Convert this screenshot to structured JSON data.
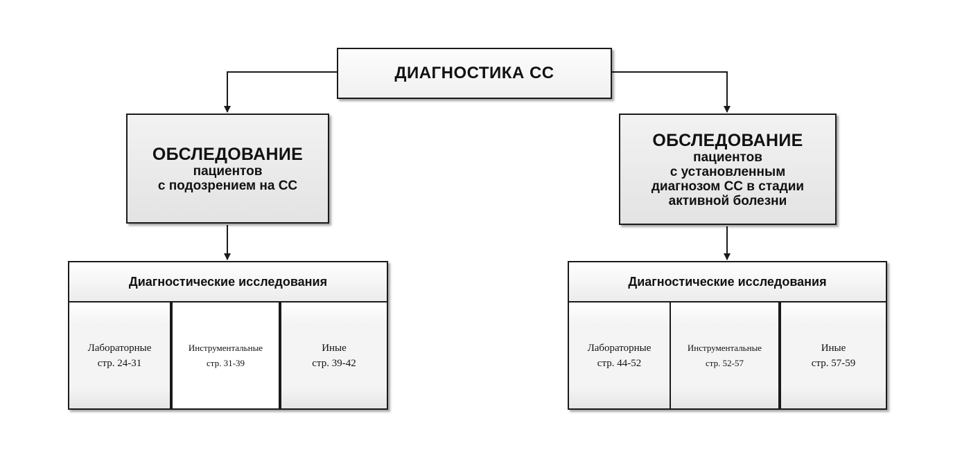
{
  "root": {
    "title": "ДИАГНОСТИКА СС"
  },
  "branches": [
    {
      "title": "ОБСЛЕДОВАНИЕ",
      "lines": [
        "пациентов",
        "с подозрением на СС"
      ],
      "panel": {
        "header": "Диагностические исследования",
        "cells": [
          {
            "name": "Лабораторные",
            "pages": "стр. 24-31"
          },
          {
            "name": "Инструментальные",
            "pages": "стр. 31-39"
          },
          {
            "name": "Иные",
            "pages": "стр. 39-42"
          }
        ]
      }
    },
    {
      "title": "ОБСЛЕДОВАНИЕ",
      "lines": [
        "пациентов",
        "с установленным",
        "диагнозом СС в стадии",
        "активной болезни"
      ],
      "panel": {
        "header": "Диагностические исследования",
        "cells": [
          {
            "name": "Лабораторные",
            "pages": "стр. 44-52"
          },
          {
            "name": "Инструментальные",
            "pages": "стр. 52-57"
          },
          {
            "name": "Иные",
            "pages": "стр. 57-59"
          }
        ]
      }
    }
  ]
}
